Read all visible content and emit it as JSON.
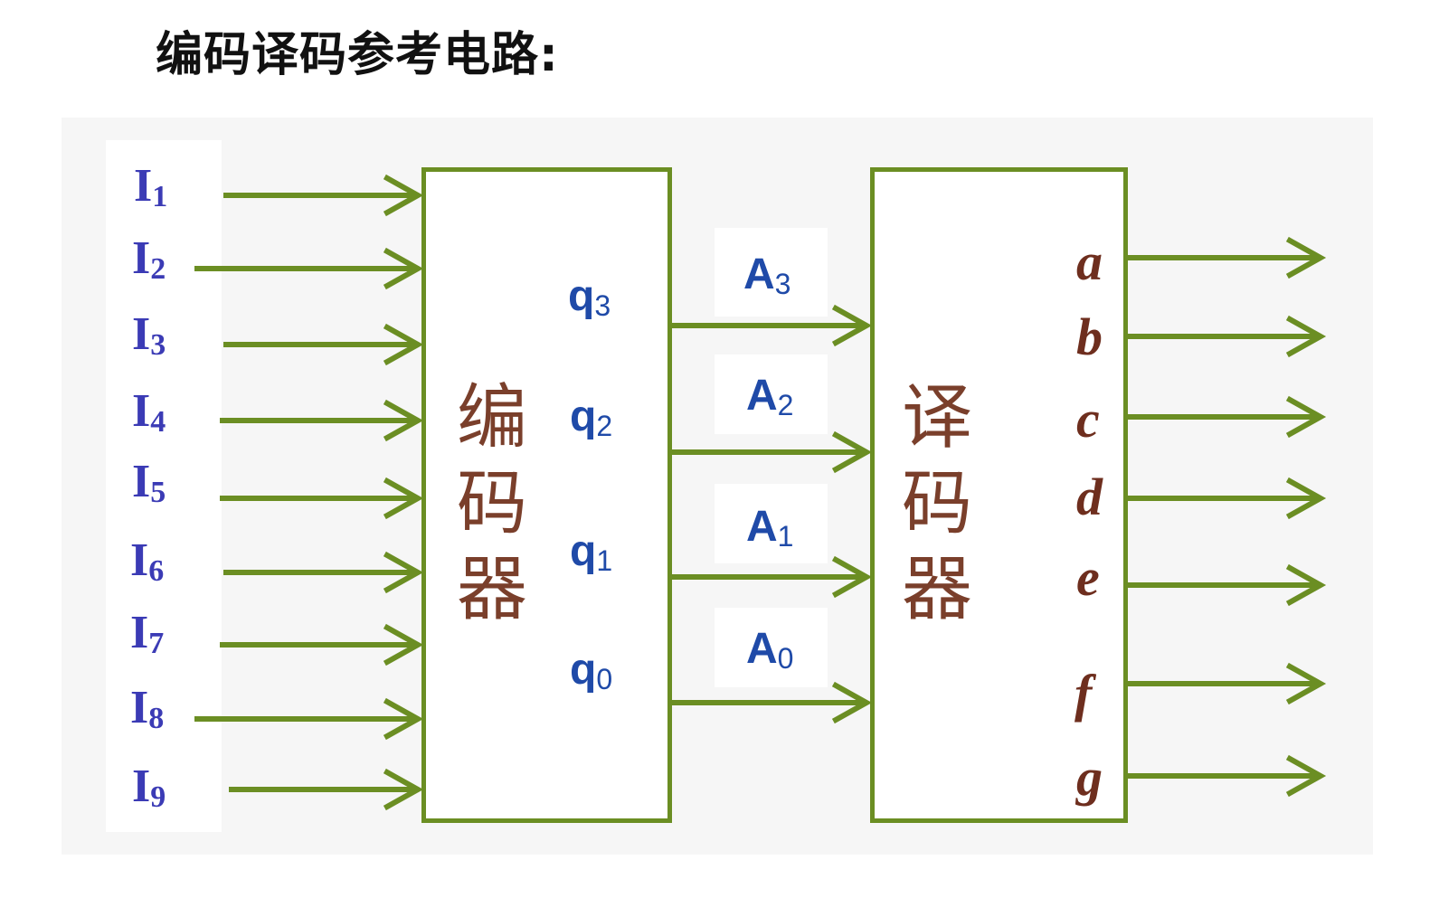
{
  "title": "编码译码参考电路:",
  "encoder": {
    "label": "编码器",
    "inputs": [
      {
        "letter": "I",
        "sub": "1"
      },
      {
        "letter": "I",
        "sub": "2"
      },
      {
        "letter": "I",
        "sub": "3"
      },
      {
        "letter": "I",
        "sub": "4"
      },
      {
        "letter": "I",
        "sub": "5"
      },
      {
        "letter": "I",
        "sub": "6"
      },
      {
        "letter": "I",
        "sub": "7"
      },
      {
        "letter": "I",
        "sub": "8"
      },
      {
        "letter": "I",
        "sub": "9"
      }
    ],
    "outputs": [
      {
        "letter": "q",
        "sub": "3"
      },
      {
        "letter": "q",
        "sub": "2"
      },
      {
        "letter": "q",
        "sub": "1"
      },
      {
        "letter": "q",
        "sub": "0"
      }
    ]
  },
  "bus": [
    {
      "letter": "A",
      "sub": "3"
    },
    {
      "letter": "A",
      "sub": "2"
    },
    {
      "letter": "A",
      "sub": "1"
    },
    {
      "letter": "A",
      "sub": "0"
    }
  ],
  "decoder": {
    "label": "译码器",
    "outputs": [
      "a",
      "b",
      "c",
      "d",
      "e",
      "f",
      "g"
    ]
  },
  "colors": {
    "wire": "#6b8e23",
    "input_label": "#3b3bb5",
    "port_label": "#1f4aa8",
    "block_label": "#7a3f2b",
    "output_label": "#6e2e1e"
  }
}
